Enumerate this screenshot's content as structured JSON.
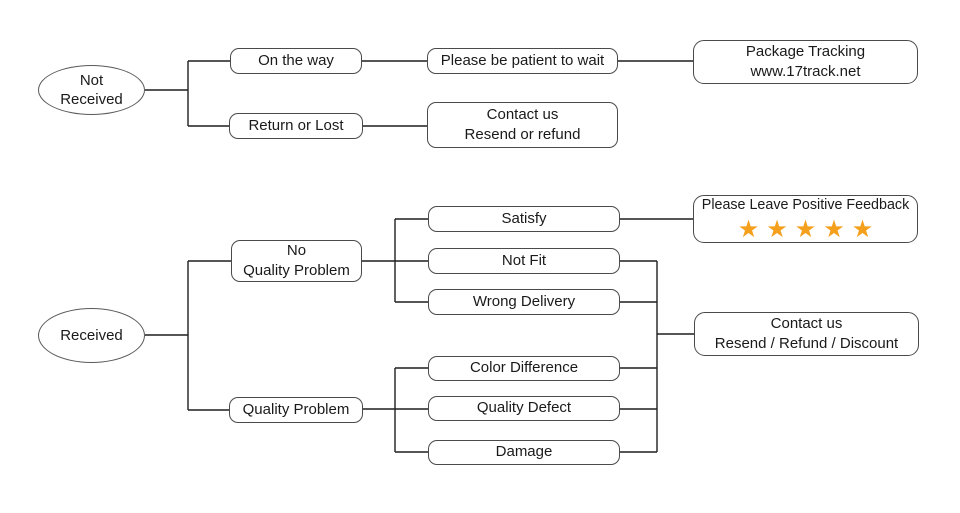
{
  "diagram": {
    "type": "flowchart",
    "background_color": "#ffffff",
    "line_color": "#1f1f1f",
    "border_color": "#4a4a4a",
    "text_color": "#1a1a1a",
    "star_color": "#F5A01D",
    "nodes": {
      "not_received": {
        "lines": [
          "Not",
          "Received"
        ]
      },
      "on_the_way": {
        "lines": [
          "On the way"
        ]
      },
      "please_wait": {
        "lines": [
          "Please be patient to wait"
        ]
      },
      "package_tracking": {
        "lines": [
          "Package Tracking",
          "www.17track.net"
        ]
      },
      "return_or_lost": {
        "lines": [
          "Return or Lost"
        ]
      },
      "contact_resend_refund": {
        "lines": [
          "Contact us",
          "Resend or refund"
        ]
      },
      "received": {
        "lines": [
          "Received"
        ]
      },
      "no_quality_problem": {
        "lines": [
          "No",
          "Quality Problem"
        ]
      },
      "satisfy": {
        "lines": [
          "Satisfy"
        ]
      },
      "feedback": {
        "lines": [
          "Please Leave Positive Feedback"
        ],
        "stars": "★★★★★",
        "star_count": 5
      },
      "not_fit": {
        "lines": [
          "Not Fit"
        ]
      },
      "wrong_delivery": {
        "lines": [
          "Wrong Delivery"
        ]
      },
      "quality_problem": {
        "lines": [
          "Quality Problem"
        ]
      },
      "color_difference": {
        "lines": [
          "Color Difference"
        ]
      },
      "quality_defect": {
        "lines": [
          "Quality Defect"
        ]
      },
      "damage": {
        "lines": [
          "Damage"
        ]
      },
      "contact_resend_refund_discount": {
        "lines": [
          "Contact us",
          "Resend / Refund / Discount"
        ]
      }
    },
    "edges": [
      "Not Received -> On the way",
      "Not Received -> Return or Lost",
      "On the way -> Please be patient to wait",
      "Please be patient to wait -> Package Tracking www.17track.net",
      "Return or Lost -> Contact us Resend or refund",
      "Received -> No Quality Problem",
      "Received -> Quality Problem",
      "No Quality Problem -> Satisfy",
      "No Quality Problem -> Not Fit",
      "No Quality Problem -> Wrong Delivery",
      "Satisfy -> Please Leave Positive Feedback",
      "Quality Problem -> Color Difference",
      "Quality Problem -> Quality Defect",
      "Quality Problem -> Damage",
      "Not Fit -> Contact us Resend / Refund / Discount",
      "Wrong Delivery -> Contact us Resend / Refund / Discount",
      "Color Difference -> Contact us Resend / Refund / Discount",
      "Quality Defect -> Contact us Resend / Refund / Discount",
      "Damage -> Contact us Resend / Refund / Discount"
    ]
  }
}
